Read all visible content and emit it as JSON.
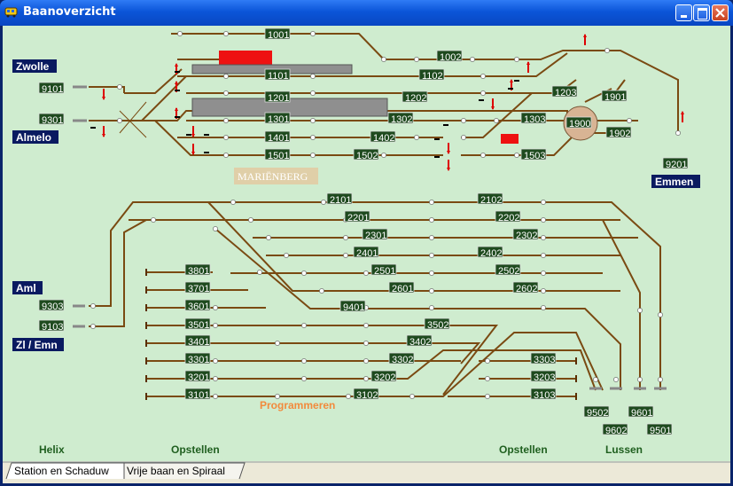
{
  "window": {
    "title": "Baanoverzicht"
  },
  "station": {
    "name": "MARIËNBERG",
    "track_labels": [
      "1001",
      "1002",
      "1101",
      "1102",
      "1201",
      "1202",
      "1203",
      "1301",
      "1302",
      "1303",
      "1401",
      "1402",
      "1501",
      "1502",
      "1503",
      "1900",
      "1901",
      "1902",
      "9101",
      "9201",
      "9301"
    ],
    "directions": [
      "Zwolle",
      "Almelo",
      "Emmen"
    ]
  },
  "yard": {
    "track_labels": [
      "2101",
      "2102",
      "2201",
      "2202",
      "2301",
      "2302",
      "2401",
      "2402",
      "2501",
      "2502",
      "2601",
      "2602",
      "9401",
      "3801",
      "3701",
      "3601",
      "3501",
      "3502",
      "3401",
      "3402",
      "3301",
      "3302",
      "3201",
      "3202",
      "3101",
      "3102",
      "3303",
      "3203",
      "3103",
      "9303",
      "9103",
      "9502",
      "9602",
      "9601",
      "9501"
    ],
    "directions": [
      "Aml",
      "Zl / Emn"
    ],
    "link": "Programmeren",
    "sections": [
      "Helix",
      "Opstellen",
      "Opstellen",
      "Lussen"
    ]
  },
  "tabs": [
    {
      "label": "Station en Schaduw",
      "active": true
    },
    {
      "label": "Vrije baan en Spiraal",
      "active": false
    }
  ],
  "colors": {
    "track": "#7a4a12",
    "node": "#ffffff",
    "label_bg": "#1e4a1e",
    "label_fg": "#ffffff",
    "direction_bg": "#0a1a60",
    "signal": "#dd0000",
    "occupied": "#ee1111",
    "platform": "#8f8f8f",
    "turntable": "#d8b494",
    "background": "#cfeccf"
  }
}
